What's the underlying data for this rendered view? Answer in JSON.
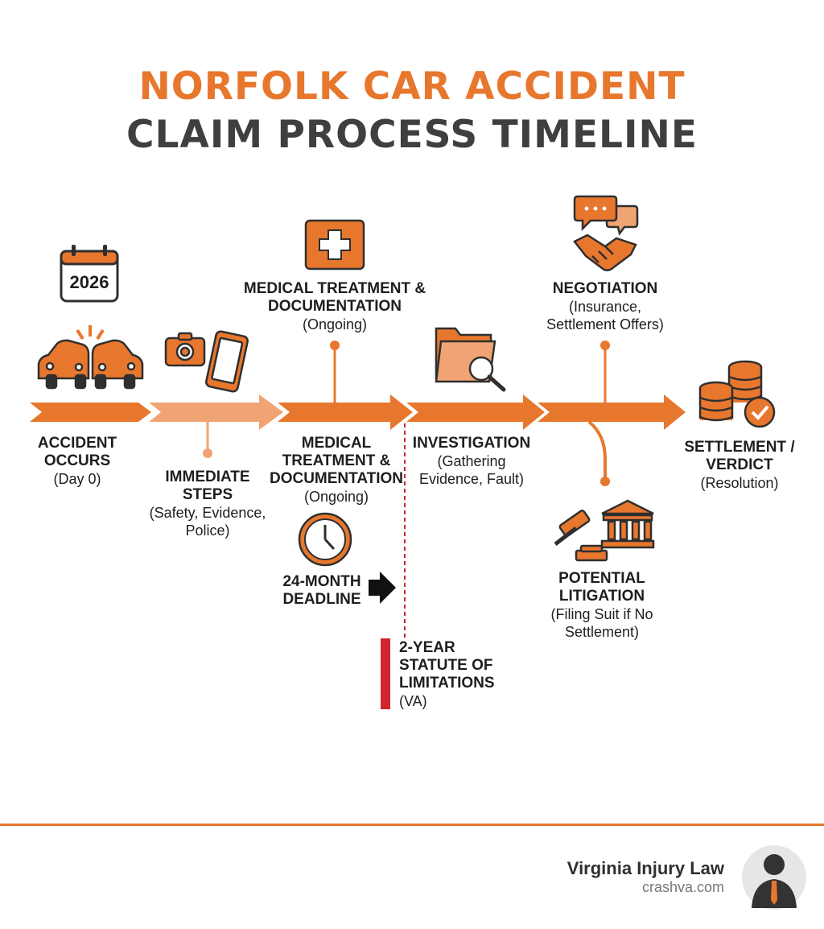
{
  "title": {
    "line1": "NORFOLK CAR ACCIDENT",
    "line2": "CLAIM PROCESS TIMELINE"
  },
  "colors": {
    "accent": "#e8772e",
    "accent_light": "#f0a474",
    "dark": "#3f3f3f",
    "deadline_red": "#d0252f"
  },
  "calendar": {
    "year": "2026"
  },
  "steps": {
    "accident": {
      "title1": "ACCIDENT",
      "title2": "OCCURS",
      "sub": "(Day 0)"
    },
    "immediate": {
      "title1": "IMMEDIATE",
      "title2": "STEPS",
      "sub1": "(Safety, Evidence,",
      "sub2": "Police)"
    },
    "medical_top": {
      "title1": "MEDICAL TREATMENT &",
      "title2": "DOCUMENTATION",
      "sub": "(Ongoing)"
    },
    "medical_bottom": {
      "title1": "MEDICAL",
      "title2": "TREATMENT &",
      "title3": "DOCUMENTATION",
      "sub": "(Ongoing)"
    },
    "investigation": {
      "title1": "INVESTIGATION",
      "sub1": "(Gathering",
      "sub2": "Evidence, Fault)"
    },
    "negotiation": {
      "title1": "NEGOTIATION",
      "sub1": "(Insurance,",
      "sub2": "Settlement Offers)"
    },
    "litigation": {
      "title1": "POTENTIAL",
      "title2": "LITIGATION",
      "sub1": "(Filing Suit if No",
      "sub2": "Settlement)"
    },
    "settlement": {
      "title1": "SETTLEMENT /",
      "title2": "VERDICT",
      "sub": "(Resolution)"
    }
  },
  "deadline": {
    "line1": "24-MONTH",
    "line2": "DEADLINE"
  },
  "statute": {
    "line1": "2-YEAR",
    "line2": "STATUTE OF",
    "line3": "LIMITATIONS",
    "sub": "(VA)"
  },
  "icons": [
    "calendar-icon",
    "car-crash-icon",
    "camera-icon",
    "phone-icon",
    "medical-cross-icon",
    "clock-icon",
    "folder-search-icon",
    "chat-bubbles-icon",
    "handshake-icon",
    "gavel-icon",
    "courthouse-icon",
    "coins-check-icon",
    "lawyer-avatar-icon"
  ],
  "footer": {
    "brand": "Virginia Injury Law",
    "url": "crashva.com"
  }
}
